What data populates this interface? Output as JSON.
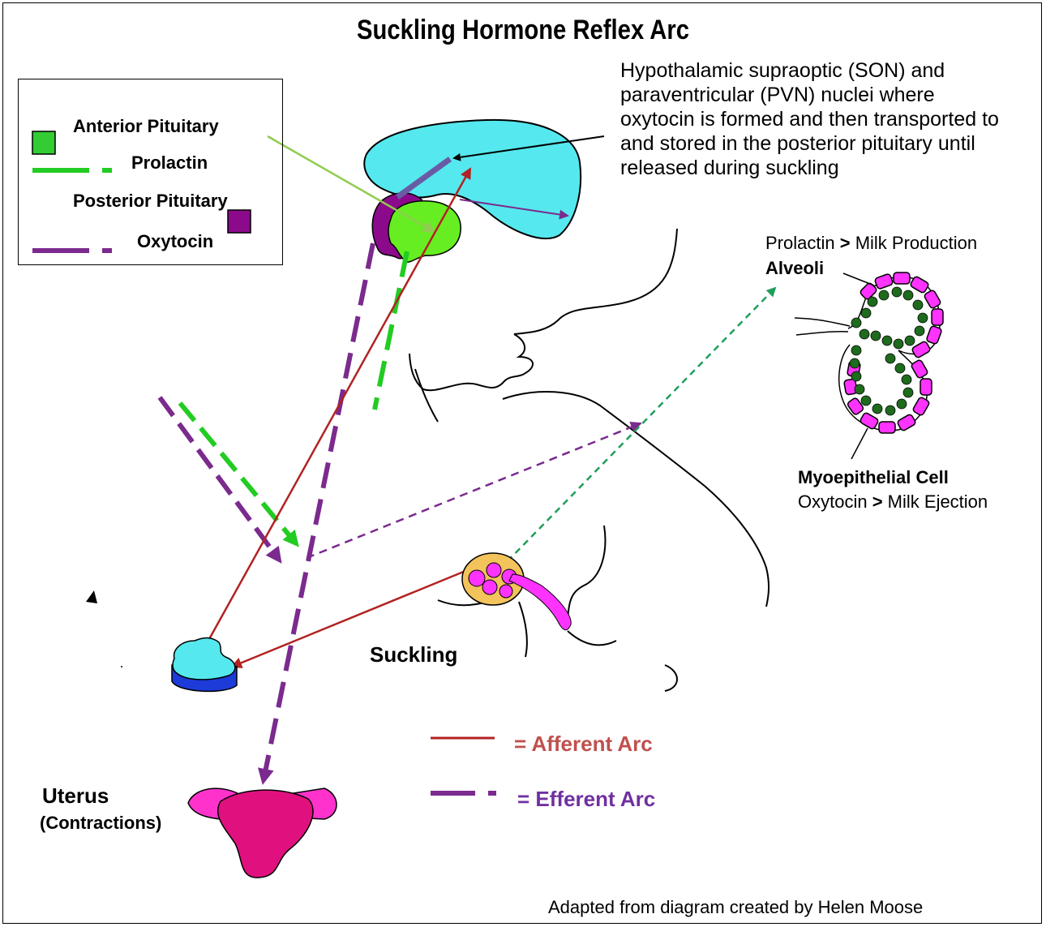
{
  "title": "Suckling Hormone Reflex Arc",
  "legend": {
    "anterior_pituitary": "Anterior Pituitary",
    "prolactin": "Prolactin",
    "posterior_pituitary": "Posterior Pituitary",
    "oxytocin": "Oxytocin"
  },
  "hypothalamus_note": "Hypothalamic supraoptic (SON) and paraventricular (PVN) nuclei where oxytocin is formed and then transported to and stored in the posterior pituitary until released during suckling",
  "alveoli": {
    "prolactin_line_a": "Prolactin ",
    "prolactin_gt": ">",
    "prolactin_line_b": " Milk Production",
    "label": "Alveoli",
    "myo_label": "Myoepithelial Cell",
    "oxytocin_line_a": "Oxytocin ",
    "oxytocin_gt": ">",
    "oxytocin_line_b": " Milk Ejection"
  },
  "suckling": "Suckling",
  "uterus": {
    "label": "Uterus",
    "sub": "(Contractions)"
  },
  "arc_legend": {
    "afferent": "= Afferent Arc",
    "efferent": "= Efferent Arc"
  },
  "credit": "Adapted from diagram created by Helen Moose",
  "colors": {
    "afferent": "#b22222",
    "afferent_text": "#c0504d",
    "efferent": "#7b2a8e",
    "efferent_text": "#7030a0",
    "prolactin": "#22cc22",
    "anterior_pituitary": "#33cc33",
    "posterior_pituitary": "#8b0a8b",
    "hypothalamus": "#55e8ee",
    "alveoli_cells": "#ff33ff",
    "alveoli_inner": "#1e6b1e",
    "uterus_dark": "#e0117f",
    "uterus_light": "#ff33cc",
    "spinal": "#1c3bd8",
    "nipple_area": "#f3c35c"
  }
}
